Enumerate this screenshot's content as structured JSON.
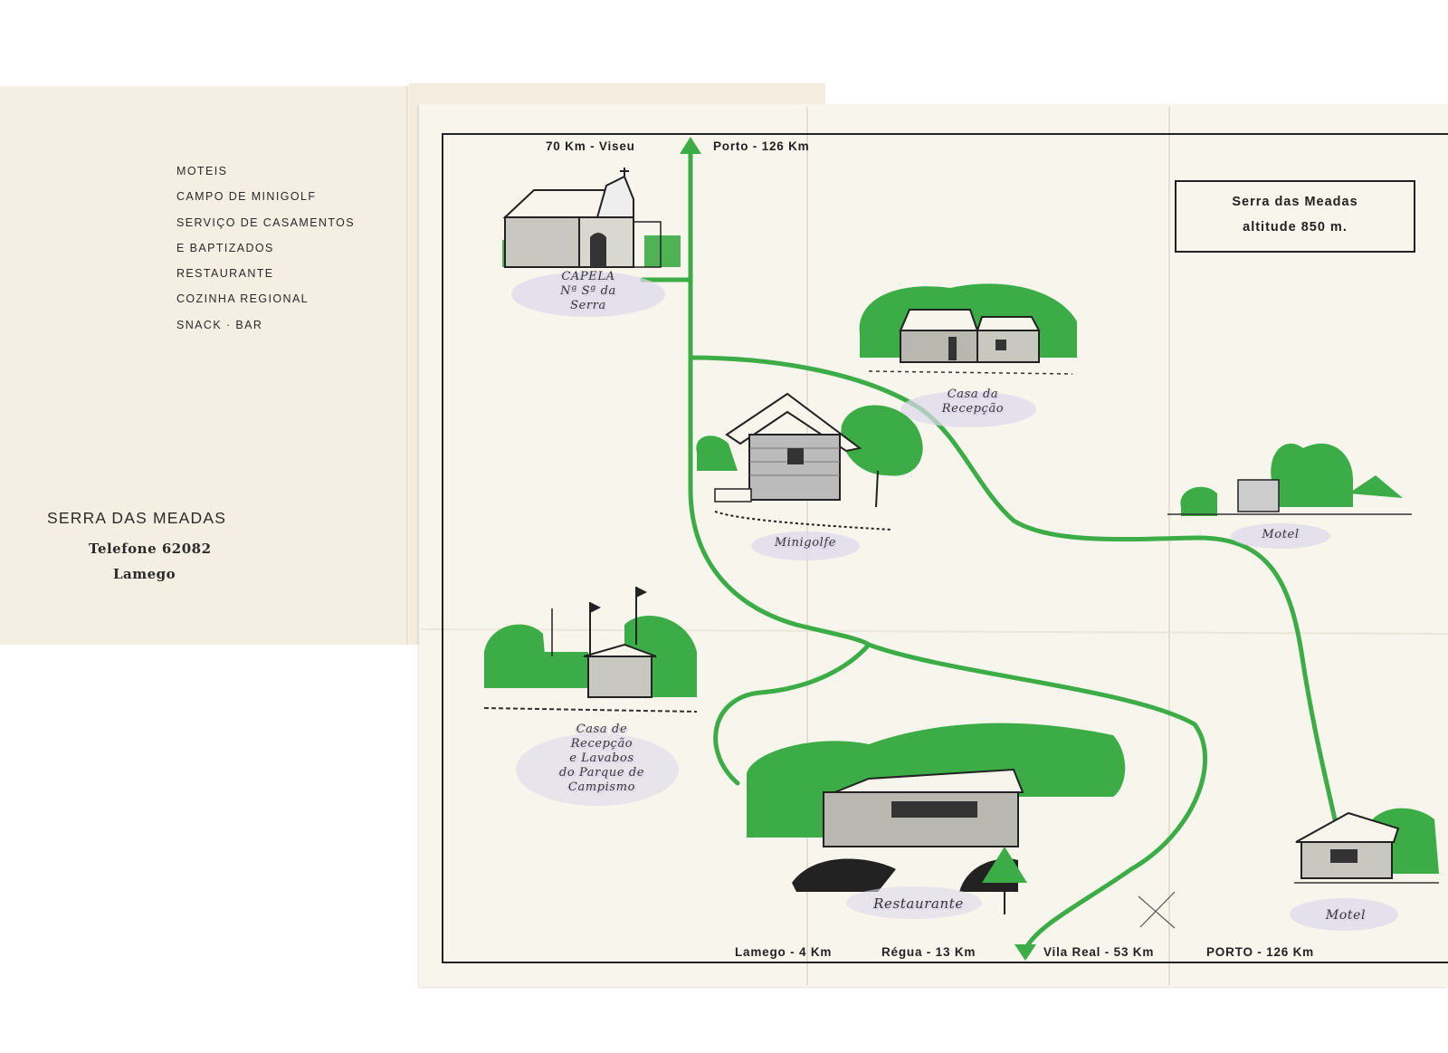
{
  "brochure": {
    "services": [
      "MOTEIS",
      "CAMPO DE MINIGOLF",
      "SERVIÇO DE CASAMENTOS",
      "E BAPTIZADOS",
      "RESTAURANTE",
      "COZINHA REGIONAL",
      "SNACK · BAR"
    ],
    "address": {
      "title": "SERRA DAS MEADAS",
      "phone": "Telefone 62082",
      "city": "Lamego"
    }
  },
  "map": {
    "title_box": {
      "line1": "Serra das Meadas",
      "line2": "altitude 850 m."
    },
    "top_directions": {
      "left": "70 Km - Viseu",
      "right": "Porto - 126 Km"
    },
    "bottom_directions": {
      "lamego": "Lamego - 4 Km",
      "regua": "Régua - 13 Km",
      "vila_real": "Vila Real - 53 Km",
      "porto": "PORTO - 126 Km"
    },
    "places": {
      "capela": [
        "CAPELA",
        "Nª Sª da",
        "Serra"
      ],
      "recepcao": [
        "Casa da",
        "Recepção"
      ],
      "minigolfe": [
        "Minigolfe"
      ],
      "motel_1": [
        "Motel"
      ],
      "camping": [
        "Casa de",
        "Recepção",
        "e Lavabos",
        "do Parque de",
        "Campismo"
      ],
      "restaurante": [
        "Restaurante"
      ],
      "motel_2": [
        "Motel"
      ]
    },
    "colors": {
      "road": "#3cac46",
      "ink": "#222222",
      "paper": "#f8f5ec",
      "panel": "#f5eee2"
    }
  }
}
